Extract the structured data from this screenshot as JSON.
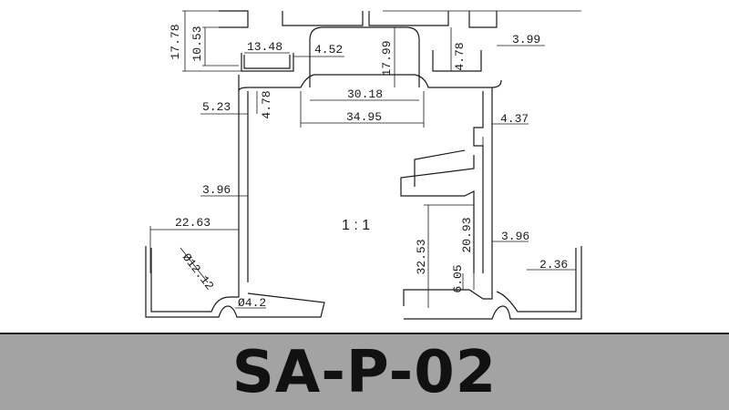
{
  "drawing": {
    "scale_label": "1 : 1",
    "dimensions": {
      "d_17_78": "17.78",
      "d_10_53": "10.53",
      "d_13_48": "13.48",
      "d_4_52": "4.52",
      "d_17_99": "17.99",
      "d_4_78_top": "4.78",
      "d_3_99": "3.99",
      "d_30_18": "30.18",
      "d_5_23": "5.23",
      "d_4_78_left": "4.78",
      "d_34_95": "34.95",
      "d_4_37": "4.37",
      "d_3_96_left": "3.96",
      "d_22_63": "22.63",
      "d_12_12": "Ø12.12",
      "d_4_2": "Ø4.2",
      "d_32_53": "32.53",
      "d_20_93": "20.93",
      "d_3_96_right": "3.96",
      "d_6_05": "6.05",
      "d_2_36": "2.36"
    }
  },
  "banner": {
    "title": "SA-P-02"
  }
}
